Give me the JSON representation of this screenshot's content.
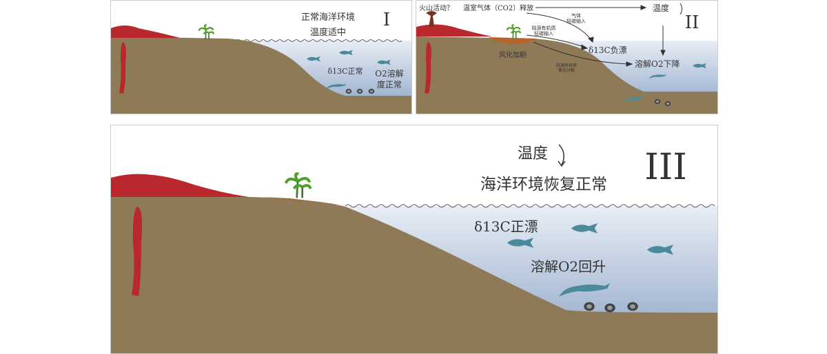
{
  "panel1": {
    "numeral": "I",
    "title_line1": "正常海洋环境",
    "title_line2": "温度适中",
    "d13c": "δ13C正常",
    "o2_line1": "O2溶解",
    "o2_line2": "度正常"
  },
  "panel2": {
    "numeral": "II",
    "volcano": "火山活动？",
    "greenhouse": "温室气体（CO2）释放",
    "temperature": "温度",
    "gas_input_1": "气体",
    "gas_input_2": "轻碳输入",
    "organic_input_1": "陆源有机质",
    "organic_input_2": "轻碳输入",
    "weathering": "风化加剧",
    "organic_oxidation_1": "陆源有机质",
    "organic_oxidation_2": "氧化分解",
    "d13c": "δ13C负漂",
    "o2": "溶解O2下降"
  },
  "panel3": {
    "numeral": "III",
    "temperature": "温度",
    "recovery": "海洋环境恢复正常",
    "d13c": "δ13C正漂",
    "o2": "溶解O2回升"
  },
  "colors": {
    "land": "#8f7a58",
    "hill": "#b8282c",
    "water_top": "#e6ecf4",
    "water_bottom": "#93a9c8",
    "fish": "#4a8a9a"
  }
}
